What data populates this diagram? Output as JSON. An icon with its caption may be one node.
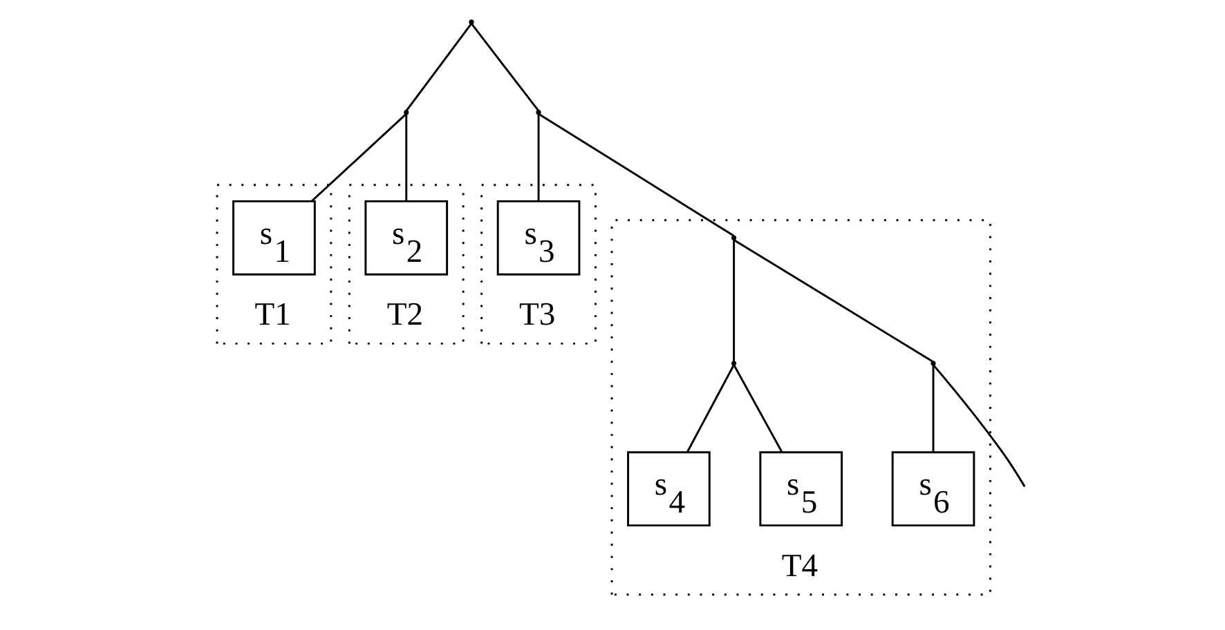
{
  "diagram": {
    "nodes": [
      {
        "text": [],
        "shape": "point"
      },
      {
        "text": [],
        "shape": "point"
      },
      {
        "text": [],
        "shape": "point"
      },
      {
        "text": [
          "T1"
        ]
      },
      {
        "text": [
          "s$_{1}$"
        ],
        "in": 3
      },
      {
        "text": [
          "T2"
        ]
      },
      {
        "text": [
          "s$_{2}$"
        ],
        "in": 5
      },
      {
        "text": [
          "T3"
        ]
      },
      {
        "text": [
          "s$_{3}$"
        ],
        "in": 7
      },
      {
        "text": [
          "T4"
        ]
      },
      {
        "text": [],
        "shape": "point",
        "in": 9
      },
      {
        "text": [],
        "shape": "point",
        "in": 9
      },
      {
        "text": [],
        "shape": "point",
        "in": 9
      },
      {
        "text": [
          "s$_{4}$"
        ],
        "in": 9
      },
      {
        "text": [
          "s$_{5}$"
        ],
        "in": 9
      },
      {
        "text": [
          "s$_{6}$"
        ],
        "in": 9
      }
    ],
    "edges": [
      {
        "from": 0,
        "to": 1,
        "arrow": "none"
      },
      {
        "from": 0,
        "to": 2,
        "arrow": "none"
      },
      {
        "from": 1,
        "to": 4,
        "arrow": "none"
      },
      {
        "from": 1,
        "to": 6,
        "arrow": "none"
      },
      {
        "from": 2,
        "to": 8,
        "arrow": "none"
      },
      {
        "from": 2,
        "to": 10,
        "arrow": "none"
      },
      {
        "from": 10,
        "to": 11,
        "arrow": "none"
      },
      {
        "from": 10,
        "to": 12,
        "arrow": "none"
      },
      {
        "from": 11,
        "to": 13,
        "arrow": "none"
      },
      {
        "from": 11,
        "to": 14,
        "arrow": "none"
      },
      {
        "from": 12,
        "to": 15,
        "arrow": "none"
      },
      {
        "from": 12,
        "to": null,
        "arrow": "none"
      }
    ]
  }
}
